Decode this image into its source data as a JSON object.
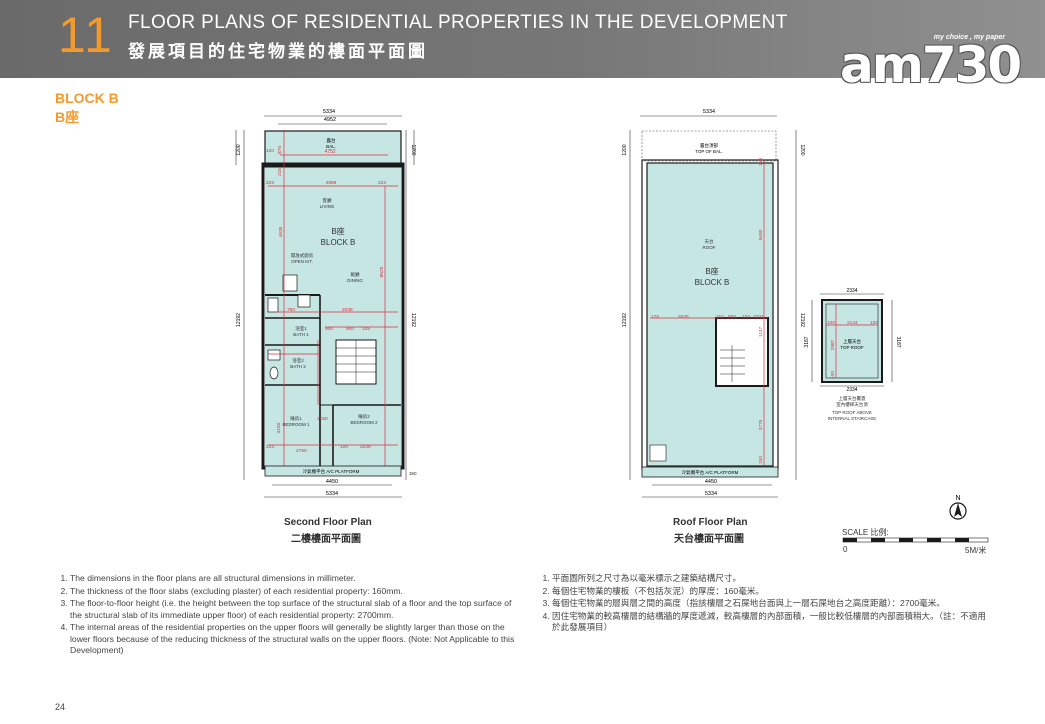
{
  "header": {
    "section_number": "11",
    "title_en": "FLOOR PLANS OF RESIDENTIAL PROPERTIES IN THE DEVELOPMENT",
    "title_zh": "發展項目的住宅物業的樓面平面圖"
  },
  "logo": {
    "tagline": "my choice , my paper",
    "name": "am730"
  },
  "block": {
    "label_en": "BLOCK B",
    "label_zh": "B座"
  },
  "second_floor": {
    "caption_en": "Second Floor Plan",
    "caption_zh": "二樓樓面平面圖",
    "dims": {
      "top_outer": "5334",
      "top_inner": "4952",
      "bal_width": "4752",
      "living_width": "4888",
      "side_1200": "1200",
      "side_12192": "12192",
      "bottom_inner": "4450",
      "bottom_outer": "5334",
      "d223a": "223",
      "d223b": "223",
      "d120": "120",
      "d875": "875",
      "d215": "215",
      "d4635": "4635",
      "d8525": "8525",
      "d750": "750",
      "d2038": "2038",
      "d900a": "900",
      "d900b": "900",
      "d335": "335",
      "d3150": "3150",
      "d1650": "1650",
      "d2750": "2750",
      "d100": "100",
      "d2038b": "2038",
      "d223c": "223",
      "d360": "360"
    },
    "rooms": {
      "bal_zh": "露台",
      "bal_en": "BAL.",
      "living_zh": "客廳",
      "living_en": "LIVING",
      "block_zh": "B座",
      "block_en": "BLOCK B",
      "kit_zh": "開放式廚房",
      "kit_en": "OPEN KIT.",
      "dining_zh": "飯廳",
      "dining_en": "DINING",
      "bath1_zh": "浴室1",
      "bath1_en": "BATH 1",
      "bath2_zh": "浴室2",
      "bath2_en": "BATH 2",
      "bed1_zh": "睡房1",
      "bed1_en": "BEDROOM 1",
      "bed2_zh": "睡房2",
      "bed2_en": "BEDROOM 2",
      "ac_platform": "冷氣機平台  A/C PLATFORM"
    }
  },
  "roof_floor": {
    "caption_en": "Roof Floor Plan",
    "caption_zh": "天台樓面平面圖",
    "dims": {
      "top_outer": "5334",
      "side_1200": "1200",
      "side_12192": "12192",
      "bottom_inner": "4450",
      "bottom_outer": "5334",
      "d150a": "150",
      "d5630": "5630",
      "d175": "175",
      "d2625": "2625",
      "d152": "152",
      "d900": "900",
      "d150b": "150",
      "d1034": "1034",
      "d1137": "1137",
      "d3775": "3775",
      "d150c": "150"
    },
    "rooms": {
      "top_bal_zh": "露台頂部",
      "top_bal_en": "TOP OF BAL.",
      "roof_zh": "天台",
      "roof_en": "ROOF",
      "block_zh": "B座",
      "block_en": "BLOCK B",
      "ac_platform": "冷氣機平台  A/C PLATFORM"
    }
  },
  "top_roof": {
    "dims": {
      "top": "2334",
      "bottom": "2334",
      "d100a": "100",
      "d2134": "2134",
      "d100b": "100",
      "d2987": "2987",
      "d100c": "100",
      "side_3187a": "3187",
      "side_3187b": "3187"
    },
    "label_zh": "上層天台",
    "label_en": "TOP ROOF",
    "note_zh1": "上層天台覆蓋",
    "note_zh2": "室內樓梯天台頂",
    "note_en1": "TOP ROOF ABOVE",
    "note_en2": "INTERNAL STAIRCASE"
  },
  "north": {
    "label": "N"
  },
  "scale": {
    "label": "SCALE 比例:",
    "start": "0",
    "end": "5M/米"
  },
  "notes_en": [
    "The dimensions in the floor plans are all structural dimensions in millimeter.",
    "The thickness of the floor slabs (excluding plaster) of each residential property: 160mm.",
    "The floor-to-floor height (i.e. the height between the top surface of the structural slab of a floor and the top surface of the structural slab of its immediate upper floor) of each residential property: 2700mm.",
    "The internal areas of the residential properties on the upper floors will generally be slightly larger than those on the lower floors because of the reducing thickness of the structural walls on the upper floors. (Note: Not Applicable to this Development)"
  ],
  "notes_zh": [
    "平面圖所列之尺寸為以毫米標示之建築結構尺寸。",
    "每個住宅物業的樓板（不包括灰泥）的厚度：160毫米。",
    "每個住宅物業的層與層之間的高度（指該樓層之石屎地台面與上一層石屎地台之高度距離）：2700毫米。",
    "因住宅物業的較高樓層的結構牆的厚度遞減，較高樓層的內部面積，一般比較低樓層的內部面積稍大。（註：不適用於此發展項目）"
  ],
  "page_number": "24",
  "colors": {
    "accent": "#f39a2d",
    "plan_fill": "#c6e6e4",
    "dim_red": "#d9303a",
    "wall": "#1a1a1a"
  }
}
